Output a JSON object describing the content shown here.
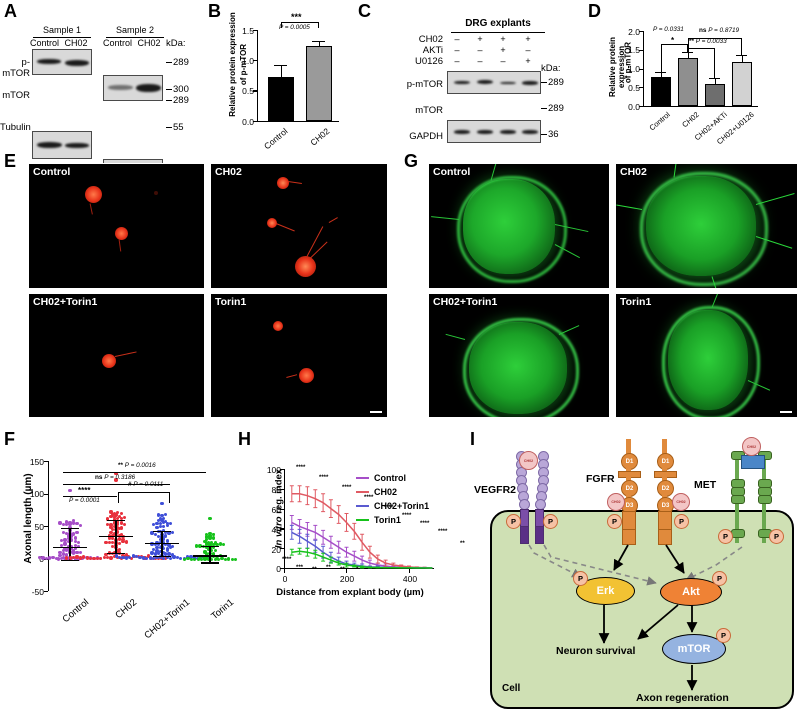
{
  "panels": {
    "A": "A",
    "B": "B",
    "C": "C",
    "D": "D",
    "E": "E",
    "F": "F",
    "G": "G",
    "H": "H",
    "I": "I"
  },
  "panelA": {
    "sample_headers": [
      "Sample 1",
      "Sample 2"
    ],
    "lane_labels": [
      "Control",
      "CH02",
      "Control",
      "CH02"
    ],
    "kda_header": "kDa:",
    "rows": [
      {
        "label": "p-mTOR",
        "kda": [
          "289"
        ]
      },
      {
        "label": "mTOR",
        "kda": [
          "300",
          "289"
        ]
      },
      {
        "label": "Tubulin",
        "kda": [
          "55"
        ]
      }
    ]
  },
  "panelB": {
    "chart_data": {
      "type": "bar",
      "categories": [
        "Control",
        "CH02"
      ],
      "values": [
        0.72,
        1.22
      ],
      "errors": [
        0.09,
        0.04
      ],
      "colors": [
        "#000000",
        "#9a9a9a"
      ],
      "title": "",
      "ylabel": "Relative protein expression of p-mTOR",
      "ylabel_line1": "Relative protein expression",
      "ylabel_line2": "of p-mTOR",
      "yticks": [
        "0.0",
        "0.5",
        "1.0",
        "1.5"
      ],
      "ylim": [
        0.0,
        1.5
      ],
      "annotations": [
        {
          "stars": "***",
          "p": "P = 0.0005",
          "from": 0,
          "to": 1
        }
      ]
    }
  },
  "panelC": {
    "title": "DRG explants",
    "treatment_rows": [
      {
        "label": "CH02",
        "values": [
          "–",
          "+",
          "+",
          "+"
        ]
      },
      {
        "label": "AKTi",
        "values": [
          "–",
          "–",
          "+",
          "–"
        ]
      },
      {
        "label": "U0126",
        "values": [
          "–",
          "–",
          "–",
          "+"
        ]
      }
    ],
    "kda_header": "kDa:",
    "rows": [
      {
        "label": "p-mTOR",
        "kda": [
          "289"
        ]
      },
      {
        "label": "mTOR",
        "kda": [
          "289"
        ]
      },
      {
        "label": "GAPDH",
        "kda": [
          "36"
        ]
      }
    ]
  },
  "panelD": {
    "chart_data": {
      "type": "bar",
      "categories": [
        "Control",
        "CH02",
        "CH02+AKTi",
        "CH02+U0126"
      ],
      "values": [
        0.78,
        1.28,
        0.58,
        1.18
      ],
      "errors": [
        0.07,
        0.16,
        0.11,
        0.17
      ],
      "colors": [
        "#000000",
        "#8f8f8f",
        "#6e6e6e",
        "#d2d2d2"
      ],
      "ylabel_line1": "Relative protein expression",
      "ylabel_line2": "of p-mTOR",
      "yticks": [
        "0.0",
        "0.5",
        "1.0",
        "1.5",
        "2.0"
      ],
      "ylim": [
        0.0,
        2.0
      ],
      "annotations": [
        {
          "stars": "*",
          "p": "P = 0.0331",
          "from": 0,
          "to": 1
        },
        {
          "stars": "**",
          "p": "P = 0.0033",
          "from": 1,
          "to": 2
        },
        {
          "stars": "ns",
          "p": "P = 0.8719",
          "from": 1,
          "to": 3
        }
      ]
    }
  },
  "panelE": {
    "images": [
      {
        "label": "Control"
      },
      {
        "label": "CH02"
      },
      {
        "label": "CH02+Torin1"
      },
      {
        "label": "Torin1"
      }
    ]
  },
  "panelG": {
    "images": [
      {
        "label": "Control"
      },
      {
        "label": "CH02"
      },
      {
        "label": "CH02+Torin1"
      },
      {
        "label": "Torin1"
      }
    ]
  },
  "panelF": {
    "chart_data": {
      "type": "scatter",
      "categories": [
        "Control",
        "CH02",
        "CH02+Torin1",
        "Torin1"
      ],
      "ylabel": "Axonal length (µm)",
      "yticks": [
        "-50",
        "0",
        "50",
        "100",
        "150"
      ],
      "ylim": [
        -50,
        150
      ],
      "means": [
        18,
        35,
        24,
        5
      ],
      "sd_upper": [
        47,
        59,
        43,
        20
      ],
      "sd_lower": [
        -2,
        9,
        4,
        -6
      ],
      "colors": [
        "#a64ec8",
        "#e8303c",
        "#3f4fd8",
        "#16c21b"
      ],
      "annotations": [
        {
          "stars": "****",
          "p": "P = 0.0001",
          "from": 0,
          "to": 1
        },
        {
          "stars": "ns",
          "p": "P = 0.3186",
          "from": 0,
          "to": 2
        },
        {
          "stars": "**",
          "p": "P = 0.0016",
          "from": 0,
          "to": 3
        },
        {
          "stars": "#",
          "p": "P = 0.0111",
          "from": 1,
          "to": 2
        }
      ]
    }
  },
  "panelH": {
    "chart_data": {
      "type": "line",
      "title": "",
      "xlabel": "Distance from explant body (µm)",
      "ylabel": "In vitro reg. index",
      "ylabel_italic": "In vitro",
      "ylabel_rest": " reg. index",
      "xticks": [
        "0",
        "200",
        "400"
      ],
      "yticks": [
        "0",
        "20",
        "40",
        "60",
        "80",
        "100"
      ],
      "xlim": [
        0,
        480
      ],
      "ylim": [
        0,
        100
      ],
      "x": [
        25,
        50,
        75,
        100,
        125,
        150,
        175,
        200,
        225,
        250,
        275,
        300,
        325,
        350,
        375,
        400,
        425,
        450,
        475
      ],
      "series": [
        {
          "name": "Control",
          "color": "#a64ec8",
          "values": [
            46,
            42,
            39,
            36,
            31,
            26,
            21,
            16,
            12,
            8,
            5,
            3,
            2,
            1,
            1,
            0.5,
            0.3,
            0.2,
            0
          ],
          "err": [
            7,
            7,
            7,
            7,
            7,
            6,
            6,
            5,
            5,
            4,
            3,
            2,
            2,
            1,
            1,
            1,
            0.5,
            0.5,
            0
          ]
        },
        {
          "name": "CH02",
          "color": "#e05a63",
          "values": [
            75,
            75,
            73,
            70,
            66,
            60,
            54,
            46,
            37,
            26,
            16,
            9,
            5,
            3,
            2,
            1,
            0.6,
            0.3,
            0
          ],
          "err": [
            8,
            8,
            9,
            9,
            9,
            9,
            9,
            9,
            8,
            8,
            6,
            4,
            3,
            2,
            1,
            1,
            0.5,
            0.5,
            0
          ]
        },
        {
          "name": "CH02+Torin1",
          "color": "#5a5ad0",
          "values": [
            36,
            32,
            27,
            22,
            16,
            11,
            7,
            4,
            3,
            2,
            1,
            1,
            0.5,
            0.3,
            0.2,
            0.2,
            0.1,
            0.1,
            0
          ],
          "err": [
            7,
            7,
            7,
            6,
            6,
            5,
            4,
            3,
            2,
            2,
            1,
            1,
            0.5,
            0.5,
            0.3,
            0.3,
            0.2,
            0.2,
            0
          ]
        },
        {
          "name": "Torin1",
          "color": "#16c21b",
          "values": [
            16,
            17,
            16,
            14,
            11,
            8,
            5,
            3,
            2,
            1,
            0.6,
            0.4,
            0.2,
            0.2,
            0.1,
            0.1,
            0,
            0,
            0
          ],
          "err": [
            3,
            3,
            4,
            4,
            4,
            3,
            2,
            2,
            1,
            1,
            0.5,
            0.5,
            0.3,
            0.3,
            0.2,
            0.2,
            0,
            0,
            0
          ]
        }
      ],
      "sig_top": [
        "****",
        "****",
        "****",
        "****",
        "****",
        "****",
        "****",
        "****",
        "**"
      ],
      "sig_bottom": [
        "****",
        "***",
        "**",
        "**",
        "**",
        "*"
      ],
      "legend_position": "top-right"
    }
  },
  "panelI": {
    "receptors": [
      {
        "name": "VEGFR2",
        "label": "VEGFR2"
      },
      {
        "name": "FGFR",
        "label": "FGFR"
      },
      {
        "name": "MET",
        "label": "MET"
      }
    ],
    "fgfr_domains": [
      "D1",
      "D2",
      "D3"
    ],
    "ligand_label": "CH02",
    "phospho_label": "P",
    "nodes": [
      {
        "name": "erk",
        "label": "Erk",
        "color": "#f2c233"
      },
      {
        "name": "akt",
        "label": "Akt",
        "color": "#ef8235"
      },
      {
        "name": "mtor",
        "label": "mTOR",
        "color": "#95b3e0"
      }
    ],
    "outcomes": [
      "Neuron survival",
      "Axon regeneration"
    ],
    "cell_label": "Cell"
  }
}
